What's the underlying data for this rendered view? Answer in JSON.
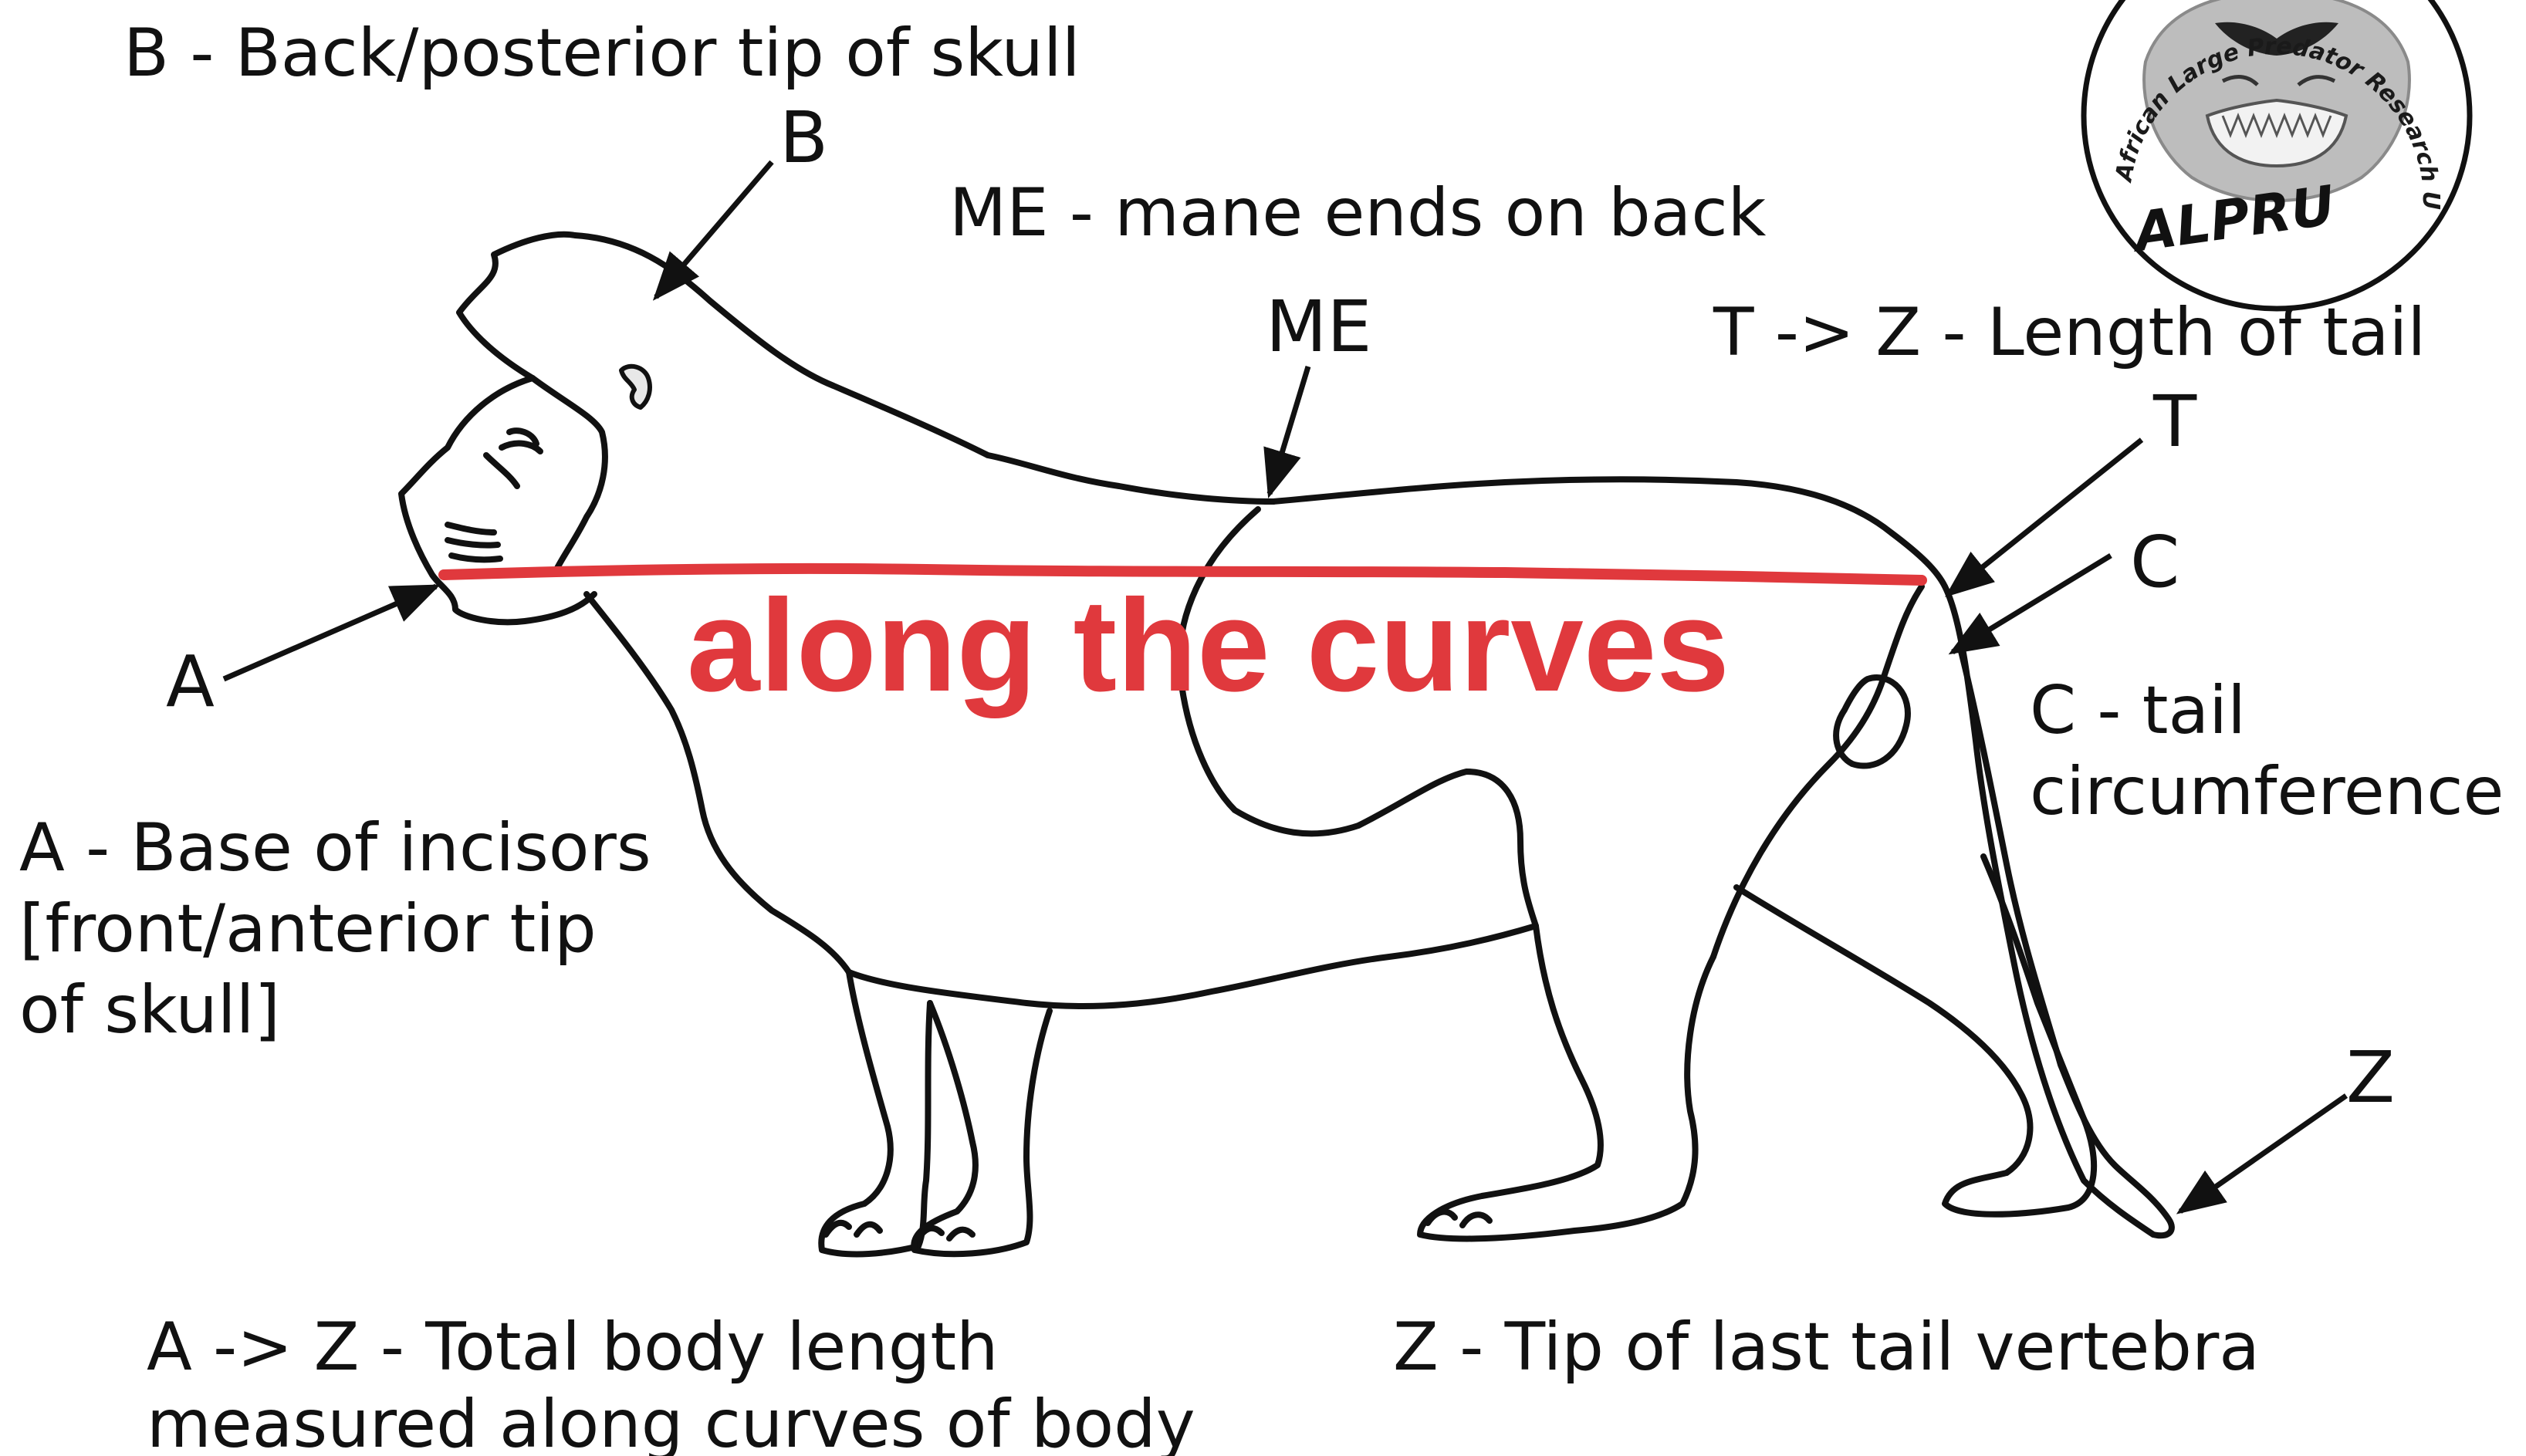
{
  "labels": {
    "b_desc": "B - Back/posterior tip of skull",
    "b_letter": "B",
    "me_desc": "ME - mane ends on back",
    "me_letter": "ME",
    "tz_desc": "T -> Z - Length of tail",
    "t_letter": "T",
    "c_letter": "C",
    "c_desc_1": "C - tail",
    "c_desc_2": "circumference",
    "a_letter": "A",
    "a_desc_1": "A - Base of incisors",
    "a_desc_2": "[front/anterior tip",
    "a_desc_3": "of skull]",
    "z_letter": "Z",
    "az_desc_1": "A -> Z - Total body length",
    "az_desc_2": "measured along curves of body",
    "z_desc": "Z - Tip of last tail vertebra",
    "red_caption": "along the curves"
  },
  "logo": {
    "arc_text": "African Large Predator Research Unit",
    "name": "ALPRU"
  },
  "colors": {
    "outline": "#111111",
    "measure_line": "#e0393d",
    "logo_gray": "#9a9a9a"
  }
}
